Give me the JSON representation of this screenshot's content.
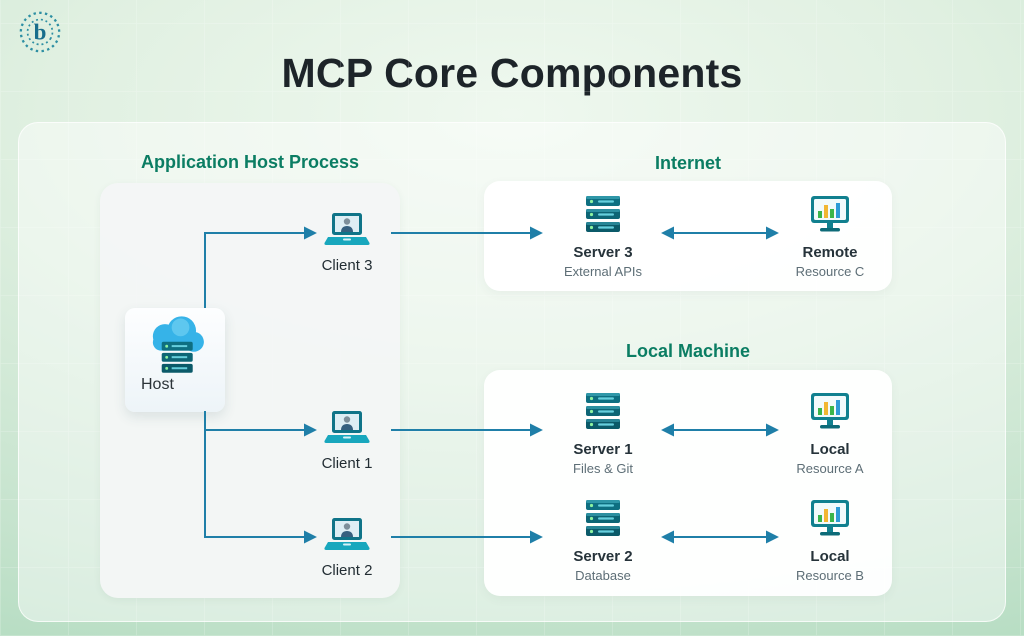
{
  "page": {
    "title": "MCP Core Components"
  },
  "brand": {
    "letter": "b"
  },
  "diagram": {
    "host_process": {
      "heading": "Application Host Process",
      "host": {
        "label": "Host"
      },
      "clients": [
        {
          "label": "Client 3"
        },
        {
          "label": "Client 1"
        },
        {
          "label": "Client 2"
        }
      ]
    },
    "internet": {
      "heading": "Internet",
      "server": {
        "title": "Server 3",
        "subtitle": "External APIs"
      },
      "resource": {
        "title": "Remote",
        "subtitle": "Resource C"
      }
    },
    "local_machine": {
      "heading": "Local Machine",
      "rows": [
        {
          "server": {
            "title": "Server 1",
            "subtitle": "Files & Git"
          },
          "resource": {
            "title": "Local",
            "subtitle": "Resource A"
          }
        },
        {
          "server": {
            "title": "Server 2",
            "subtitle": "Database"
          },
          "resource": {
            "title": "Local",
            "subtitle": "Resource B"
          }
        }
      ]
    }
  },
  "colors": {
    "heading": "#0b7d63",
    "arrow": "#1f7fa8",
    "title": "#1d2429"
  }
}
